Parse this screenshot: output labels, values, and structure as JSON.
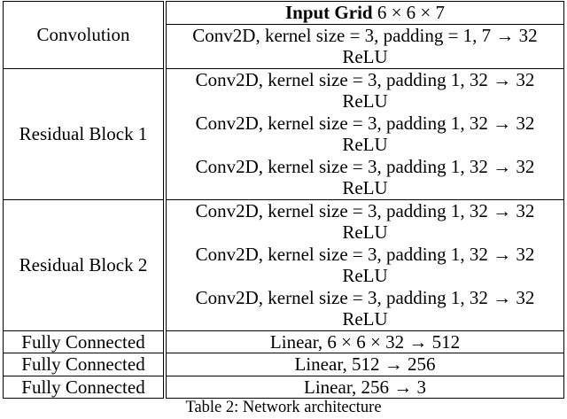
{
  "table": {
    "input": {
      "label": "Input Grid",
      "dims": "6 × 6 × 7"
    },
    "sections": [
      {
        "stage": "Convolution",
        "layers": [
          "Conv2D, kernel size = 3, padding = 1, 7 → 32",
          "ReLU"
        ]
      },
      {
        "stage": "Residual Block 1",
        "layers": [
          "Conv2D, kernel size = 3, padding 1, 32 → 32",
          "ReLU",
          "Conv2D, kernel size = 3, padding 1, 32 → 32",
          "ReLU",
          "Conv2D, kernel size = 3, padding 1, 32 → 32",
          "ReLU"
        ]
      },
      {
        "stage": "Residual Block 2",
        "layers": [
          "Conv2D, kernel size = 3, padding 1, 32 → 32",
          "ReLU",
          "Conv2D, kernel size = 3, padding 1, 32 → 32",
          "ReLU",
          "Conv2D, kernel size = 3, padding 1, 32 → 32",
          "ReLU"
        ]
      },
      {
        "stage": "Fully Connected",
        "layers": [
          "Linear, 6 × 6 × 32 → 512"
        ]
      },
      {
        "stage": "Fully Connected",
        "layers": [
          "Linear, 512 → 256"
        ]
      },
      {
        "stage": "Fully Connected",
        "layers": [
          "Linear, 256 → 3"
        ]
      }
    ]
  },
  "caption": "Table 2: Network architecture"
}
